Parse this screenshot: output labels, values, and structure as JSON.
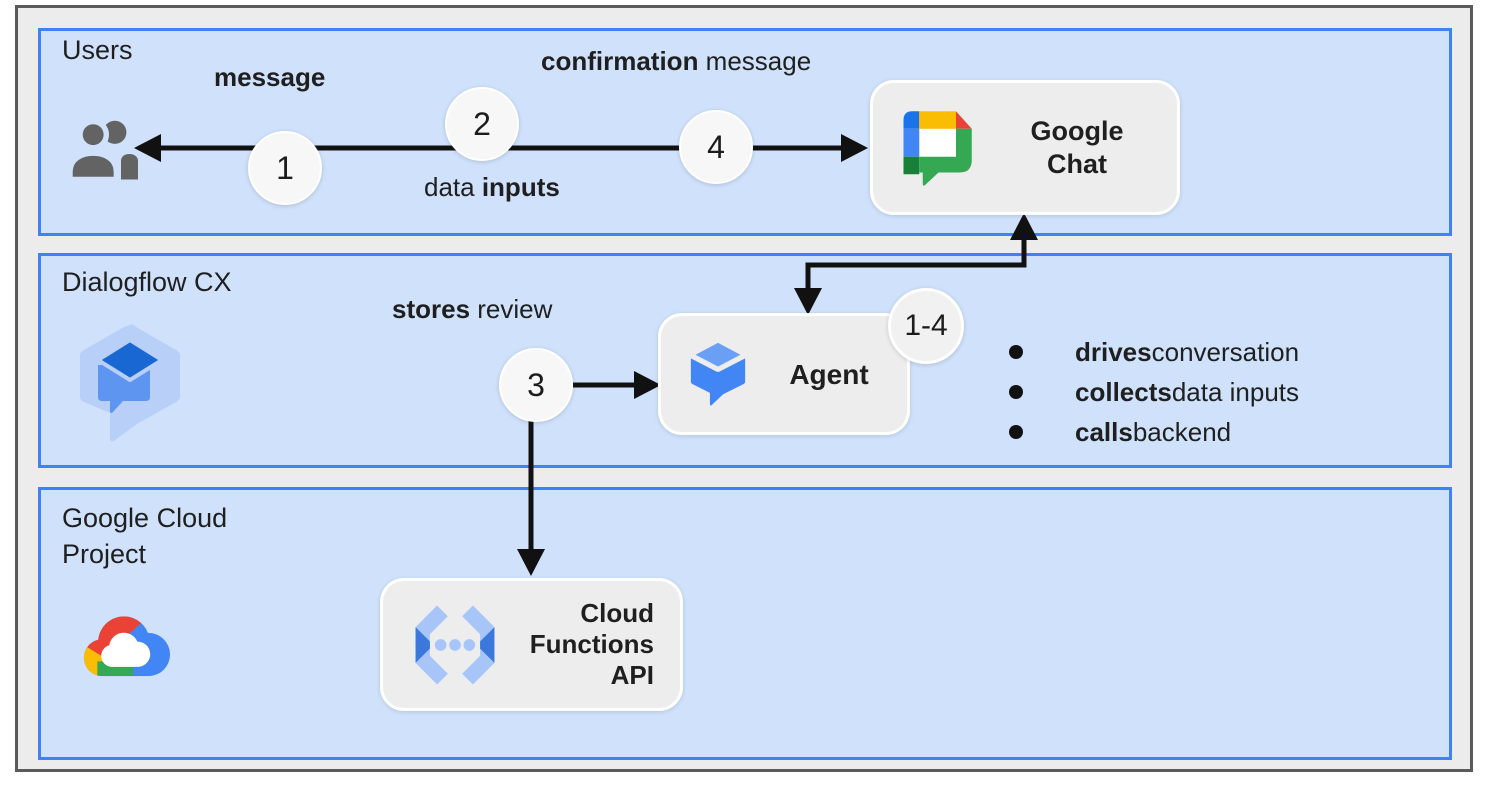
{
  "diagram": {
    "bands": {
      "users": {
        "label": "Users"
      },
      "dialogflow": {
        "label": "Dialogflow CX"
      },
      "gcp": {
        "label_lines": [
          "Google Cloud",
          "Project"
        ]
      }
    },
    "flow_labels": {
      "message": {
        "bold": "message"
      },
      "confirmation_message": {
        "bold": "confirmation",
        "regular": " message"
      },
      "data_inputs": {
        "regular": "data ",
        "bold": "inputs"
      },
      "stores_review": {
        "bold": "stores",
        "regular": " review"
      }
    },
    "steps": {
      "step1": "1",
      "step2": "2",
      "step3": "3",
      "step4": "4",
      "range": "1-4"
    },
    "nodes": {
      "google_chat": {
        "lines": [
          "Google",
          "Chat"
        ]
      },
      "agent": {
        "label": "Agent"
      },
      "cloud_functions": {
        "lines": [
          "Cloud",
          "Functions",
          "API"
        ]
      }
    },
    "agent_bullets": [
      {
        "bold": "drives",
        "regular": " conversation"
      },
      {
        "bold": "collects",
        "regular": " data inputs"
      },
      {
        "bold": "calls",
        "regular": " backend"
      }
    ],
    "icons": [
      "users-icon",
      "google-chat-icon",
      "dialogflow-cx-icon",
      "dialogflow-agent-icon",
      "google-cloud-icon",
      "cloud-functions-icon"
    ],
    "colors": {
      "band_fill": "#CFE1FB",
      "band_border": "#3E82F6",
      "card_fill": "#EDEDED",
      "card_border": "#FFFFFF",
      "canvas_fill": "#ECECEC",
      "frame_border": "#5A5A5A",
      "arrow": "#111111",
      "text": "#1F1F1F",
      "google_blue": "#4285F4",
      "google_red": "#EA4335",
      "google_yellow": "#FBBC04",
      "google_green": "#34A853",
      "google_dark_green": "#188038",
      "dialogflow_dark_blue": "#1967D2",
      "dialogflow_light_blue": "#B8CFF8",
      "functions_light_blue": "#A8C5FA"
    }
  }
}
